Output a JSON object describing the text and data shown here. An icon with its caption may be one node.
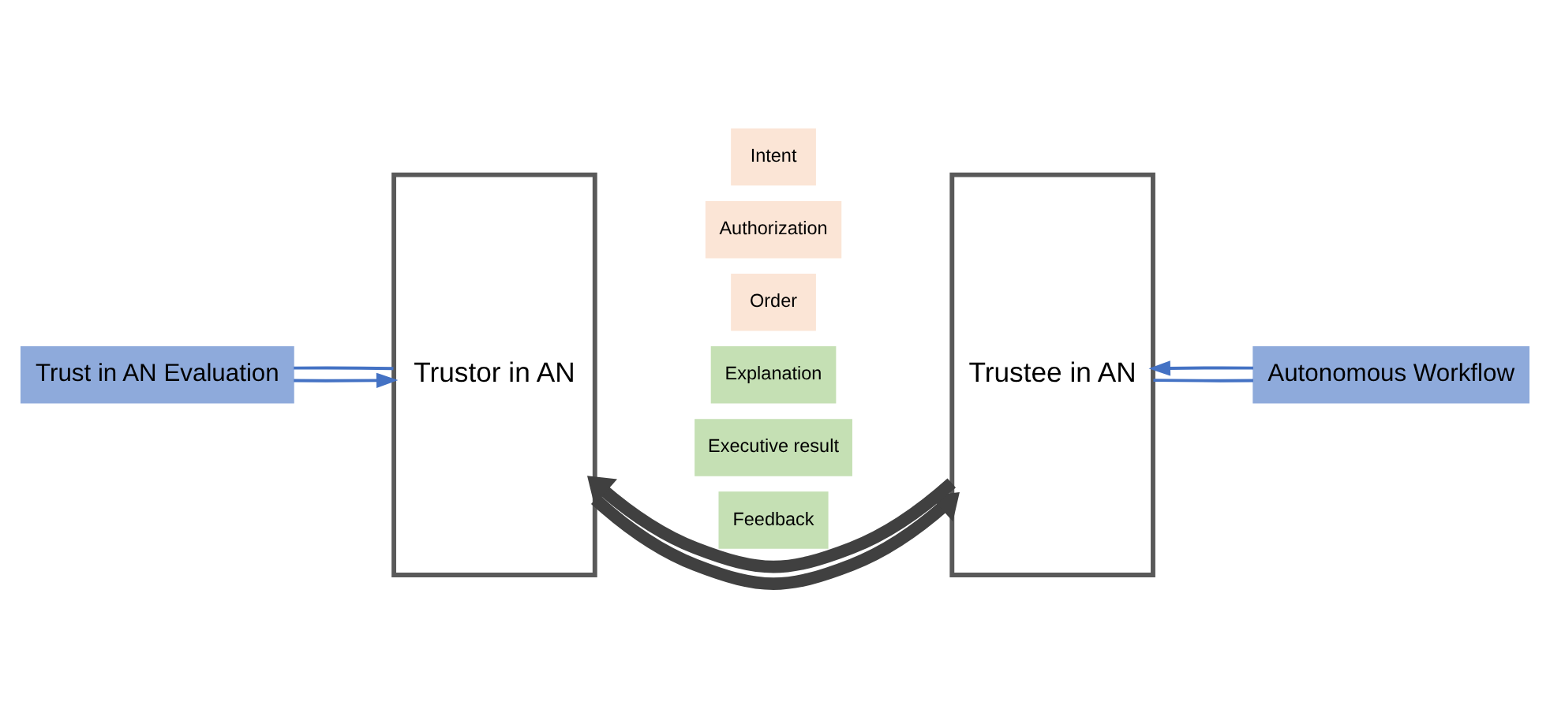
{
  "diagram": {
    "nodes": [
      {
        "text": [
          "Trust in AN Evaluation"
        ]
      },
      {
        "text": [
          "Trustor in AN"
        ]
      },
      {
        "text": [
          "Intent"
        ]
      },
      {
        "text": [
          "Authorization"
        ]
      },
      {
        "text": [
          "Order"
        ]
      },
      {
        "text": [
          "Trustee in AN"
        ]
      },
      {
        "text": [
          "Autonomous Workflow"
        ]
      },
      {
        "text": [
          "Explanation"
        ]
      },
      {
        "text": [
          "Executive result"
        ]
      },
      {
        "text": [
          "Feedback"
        ]
      }
    ],
    "edges": [
      {
        "from": 1,
        "to": 0,
        "arrow": "none"
      },
      {
        "from": 0,
        "to": 1,
        "arrow": "to"
      },
      {
        "from": 1,
        "to": 5,
        "arrow": "to",
        "style": "thick",
        "color": "#404040"
      },
      {
        "from": 5,
        "to": 1,
        "arrow": "to",
        "style": "thick",
        "color": "#404040"
      },
      {
        "from": 5,
        "to": 6,
        "arrow": "none"
      },
      {
        "from": 6,
        "to": 5,
        "arrow": "to"
      }
    ]
  }
}
